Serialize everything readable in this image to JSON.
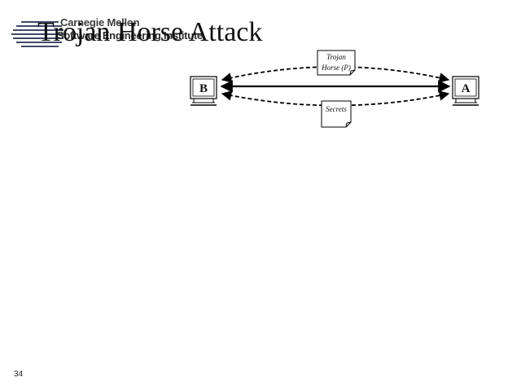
{
  "header": {
    "logo_line1": "Carnegie Mellon",
    "logo_line2": "Software Engineering Institute",
    "title": "Trojan Horse Attack"
  },
  "diagram": {
    "host_left": "B",
    "host_right": "A",
    "note_top_line1": "Trojan",
    "note_top_line2": "Horse (P)",
    "note_bottom": "Secrets"
  },
  "footer": {
    "page_number": "34"
  }
}
